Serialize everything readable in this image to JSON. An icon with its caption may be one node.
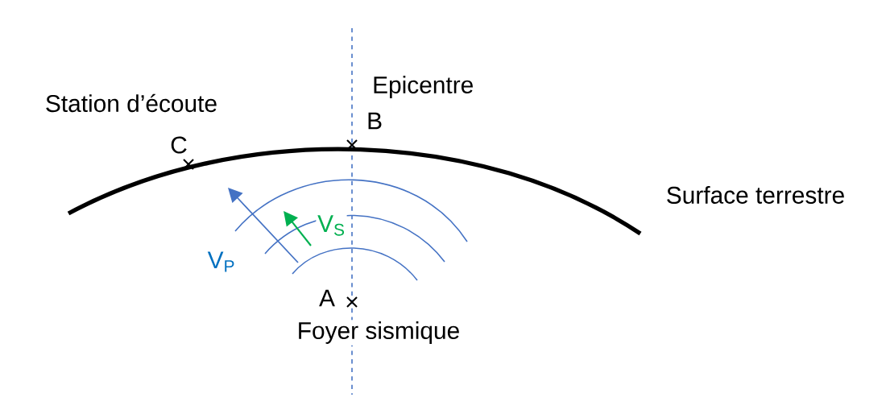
{
  "diagram": {
    "labels": [
      "Epicentre",
      "Station d’écoute",
      "B",
      "C",
      "Surface terrestre",
      "V$_{S}$",
      "V$_{P}$",
      "A",
      "Foyer sismique"
    ]
  }
}
